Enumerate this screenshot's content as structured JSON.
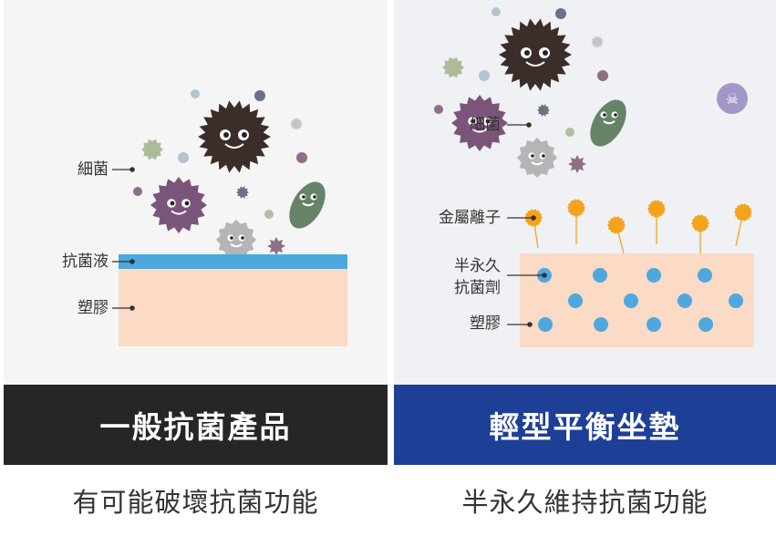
{
  "left": {
    "labels": {
      "bacteria": "細菌",
      "antibacterial_liquid": "抗菌液",
      "plastic": "塑膠"
    },
    "banner": "一般抗菌產品",
    "caption": "有可能破壞抗菌功能"
  },
  "right": {
    "labels": {
      "bacteria": "細菌",
      "metal_ions": "金屬離子",
      "agent_line1": "半永久",
      "agent_line2": "抗菌劑",
      "plastic": "塑膠"
    },
    "banner": "輕型平衡坐墊",
    "caption": "半永久維持抗菌功能"
  },
  "colors": {
    "left_banner": "#262626",
    "right_banner": "#1e3f96",
    "blue_layer": "#4ea8de",
    "plastic": "#fbdac6",
    "ion": "#f5a31a"
  }
}
